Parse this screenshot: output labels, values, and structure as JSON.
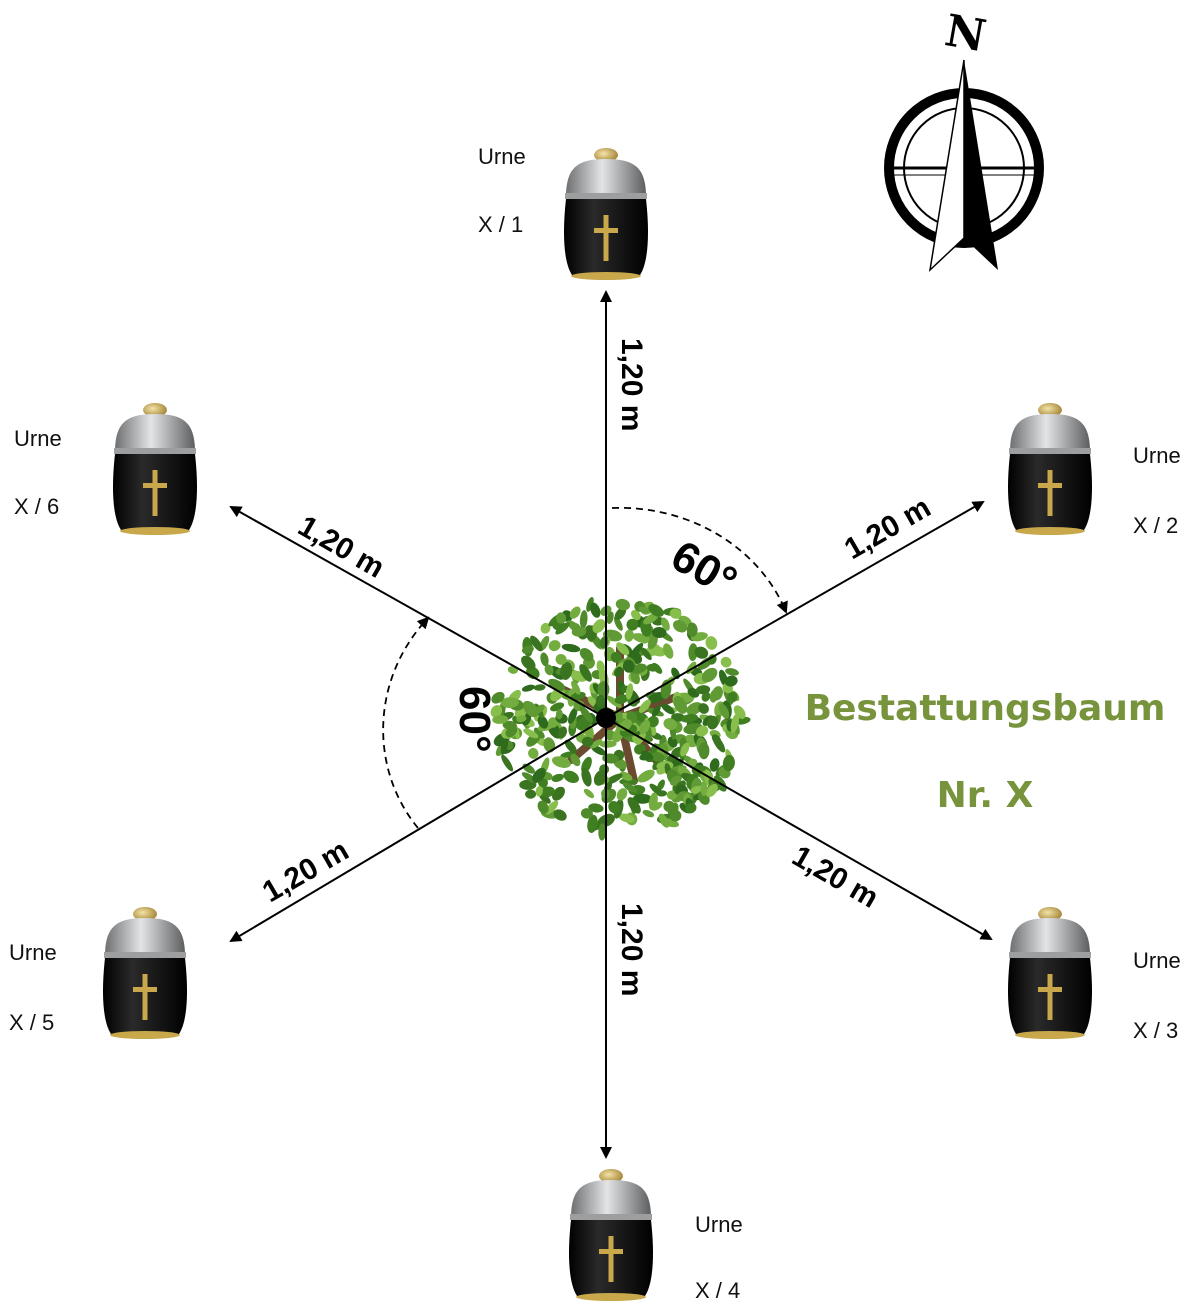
{
  "tree": {
    "title": "Bestattungsbaum",
    "number": "Nr. X"
  },
  "compass": {
    "north_label": "N"
  },
  "distance_label": "1,20 m",
  "angle_label": "60°",
  "urns": [
    {
      "id": "urn-1",
      "name": "Urne",
      "code": "X / 1"
    },
    {
      "id": "urn-2",
      "name": "Urne",
      "code": "X / 2"
    },
    {
      "id": "urn-3",
      "name": "Urne",
      "code": "X / 3"
    },
    {
      "id": "urn-4",
      "name": "Urne",
      "code": "X / 4"
    },
    {
      "id": "urn-5",
      "name": "Urne",
      "code": "X / 5"
    },
    {
      "id": "urn-6",
      "name": "Urne",
      "code": "X / 6"
    }
  ],
  "colors": {
    "title": "#77933c",
    "urn_body": "#111111",
    "urn_lid": "#b9bbbd",
    "cross": "#c8a84a",
    "foliage": "#4f8a2b"
  }
}
